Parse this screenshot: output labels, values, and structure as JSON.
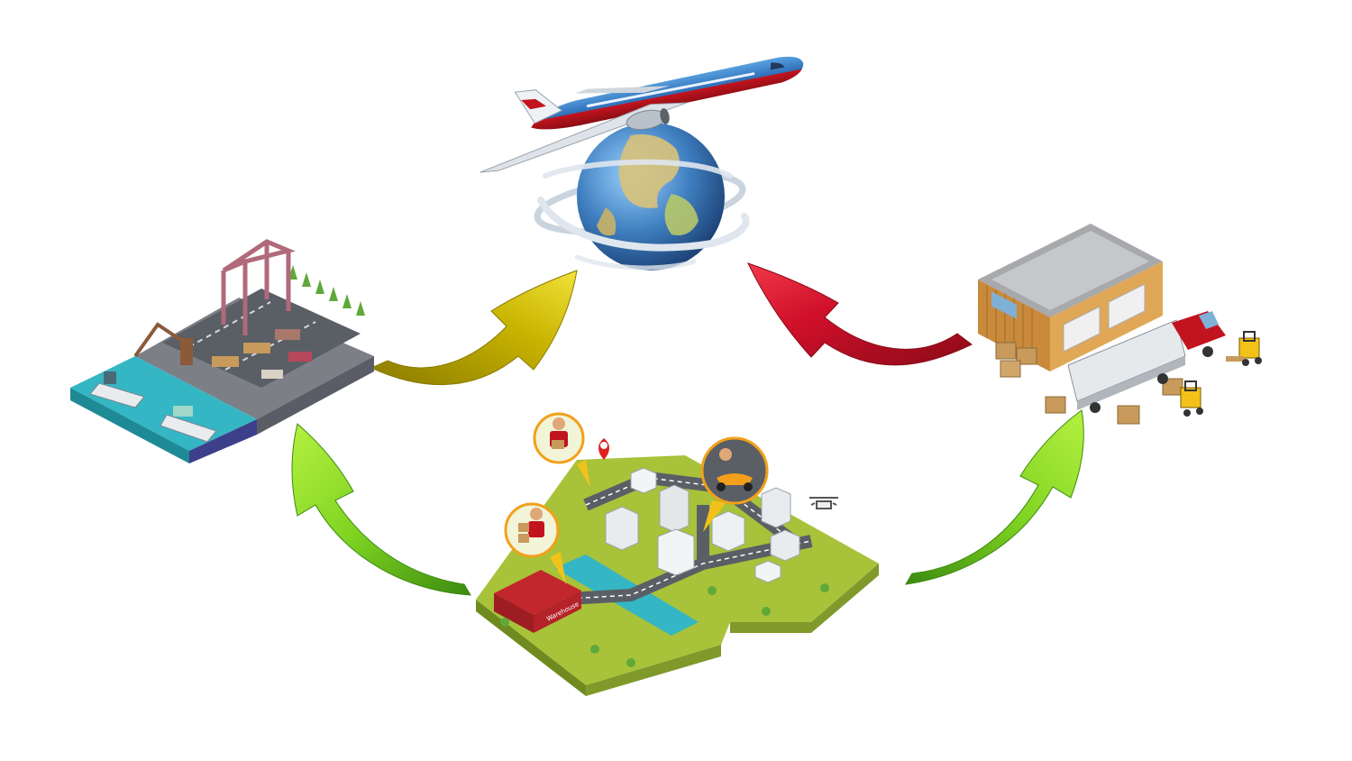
{
  "diagram": {
    "nodes": [
      {
        "id": "air",
        "label": "",
        "icon": "airplane-over-globe-icon"
      },
      {
        "id": "port",
        "label": "",
        "icon": "seaport-container-terminal-icon"
      },
      {
        "id": "warehouse",
        "label": "",
        "icon": "warehouse-with-trucks-icon"
      },
      {
        "id": "city",
        "label": "",
        "icon": "city-last-mile-delivery-icon"
      }
    ],
    "edges": [
      {
        "from": "port",
        "to": "air",
        "color": "#c8b400"
      },
      {
        "from": "warehouse",
        "to": "air",
        "color": "#d0102a"
      },
      {
        "from": "city",
        "to": "port",
        "color": "#7ed321"
      },
      {
        "from": "city",
        "to": "warehouse",
        "color": "#7ed321"
      }
    ],
    "signage": {
      "building_sign": "Warehouse"
    }
  },
  "colors": {
    "background": "#ffffff",
    "arrow_yellow": "#c8b400",
    "arrow_red": "#d0102a",
    "arrow_green": "#7ed321",
    "ground_green": "#a8c23a",
    "water": "#35b6c4",
    "road": "#5a5f66",
    "box": "#c89a5b",
    "ocean": "#3f7fc0",
    "land": "#d9c27a"
  }
}
